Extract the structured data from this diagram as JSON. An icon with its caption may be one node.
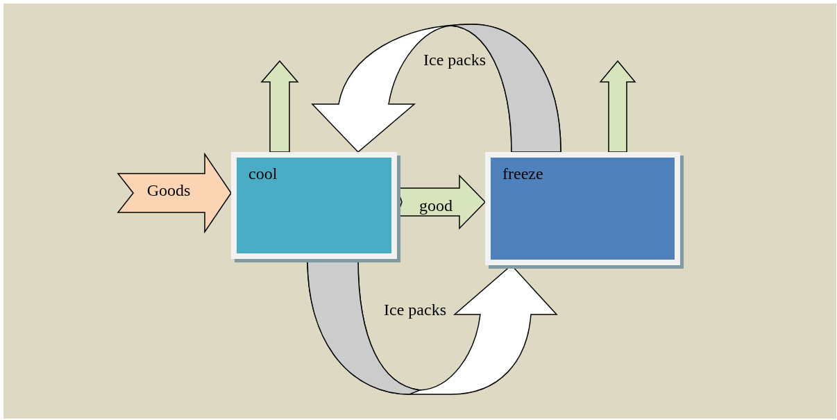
{
  "diagram": {
    "nodes": [
      {
        "text": [
          "cool"
        ]
      },
      {
        "text": [
          "freeze"
        ]
      }
    ],
    "edges": [
      {
        "from": null,
        "to": 0,
        "arrow": "to",
        "label": "Goods",
        "color": "#fbd4b4"
      },
      {
        "from": 0,
        "to": 1,
        "arrow": "to",
        "label": "good"
      },
      {
        "from": 0,
        "to": null,
        "arrow": "to"
      },
      {
        "from": 1,
        "to": null,
        "arrow": "to"
      },
      {
        "from": 1,
        "to": 0,
        "arrow": "to",
        "label": "Ice packs",
        "color": "#ffffff"
      },
      {
        "from": 0,
        "to": 1,
        "arrow": "to",
        "label": "Ice packs",
        "color": "#ffffff"
      }
    ]
  }
}
